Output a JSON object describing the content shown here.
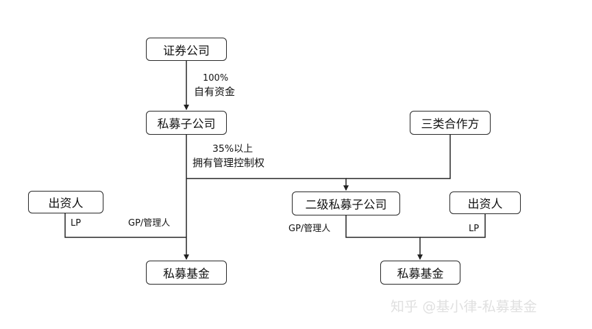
{
  "nodes": {
    "securities_company": "证券公司",
    "pe_subsidiary": "私募子公司",
    "class3_partner": "三类合作方",
    "investor_left": "出资人",
    "second_pe_subsidiary": "二级私募子公司",
    "investor_right": "出资人",
    "pe_fund_left": "私募基金",
    "pe_fund_right": "私募基金"
  },
  "edge_labels": {
    "percent_100": "100%",
    "own_funds": "自有资金",
    "percent_35": "35%以上",
    "control": "拥有管理控制权",
    "lp_left": "LP",
    "gp_left": "GP/管理人",
    "gp_right": "GP/管理人",
    "lp_right": "LP"
  },
  "watermark": "知乎 @基小律-私募基金"
}
